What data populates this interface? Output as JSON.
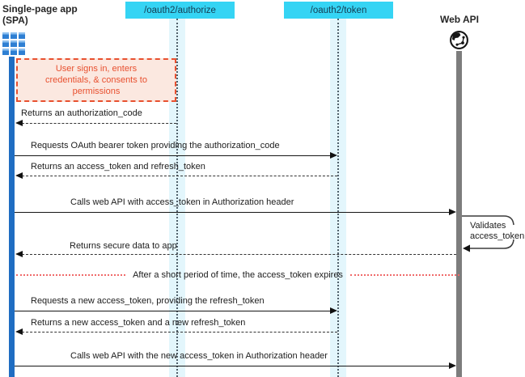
{
  "actors": {
    "spa": {
      "name_line1": "Single-page app",
      "name_line2": "(SPA)"
    },
    "authorize_endpoint": "/oauth2/authorize",
    "token_endpoint": "/oauth2/token",
    "web_api": "Web API"
  },
  "note": {
    "line1": "User signs in, enters",
    "line2": "credentials, & consents to",
    "line3": "permissions"
  },
  "messages": [
    {
      "label": "Returns an authorization_code",
      "type": "dashed-return",
      "from": "/oauth2/authorize",
      "to": "SPA"
    },
    {
      "label": "Requests OAuth bearer token providing the authorization_code",
      "type": "solid-call",
      "from": "SPA",
      "to": "/oauth2/token"
    },
    {
      "label": "Returns an access_token and refresh_token",
      "type": "dashed-return",
      "from": "/oauth2/token",
      "to": "SPA"
    },
    {
      "label": "Calls web API with access_token in Authorization header",
      "type": "solid-call",
      "from": "SPA",
      "to": "Web API"
    },
    {
      "label_line1": "Validates",
      "label_line2": "access_token",
      "type": "self-call",
      "from": "Web API",
      "to": "Web API"
    },
    {
      "label": "Returns secure data to app",
      "type": "dashed-return",
      "from": "Web API",
      "to": "SPA"
    },
    {
      "label": "After a short period of time, the access_token expires",
      "type": "divider"
    },
    {
      "label": "Requests a new access_token, providing the refresh_token",
      "type": "solid-call",
      "from": "SPA",
      "to": "/oauth2/token"
    },
    {
      "label": "Returns a new access_token and a new refresh_token",
      "type": "dashed-return",
      "from": "/oauth2/token",
      "to": "SPA"
    },
    {
      "label": "Calls web API with the new access_token in Authorization header",
      "type": "solid-call",
      "from": "SPA",
      "to": "Web API"
    }
  ],
  "colors": {
    "endpoint_box": "#35d4f4",
    "endpoint_text": "#143c52",
    "spa_lifeline": "#1f6dc2",
    "api_lifeline": "#7d7d7d",
    "lifeline_band": "#e3f6fc",
    "note_border": "#e8502f",
    "note_fill": "#fbe8e0",
    "expiry_divider": "#f06a6a",
    "spa_icon_blue": "#2e7fd3"
  }
}
